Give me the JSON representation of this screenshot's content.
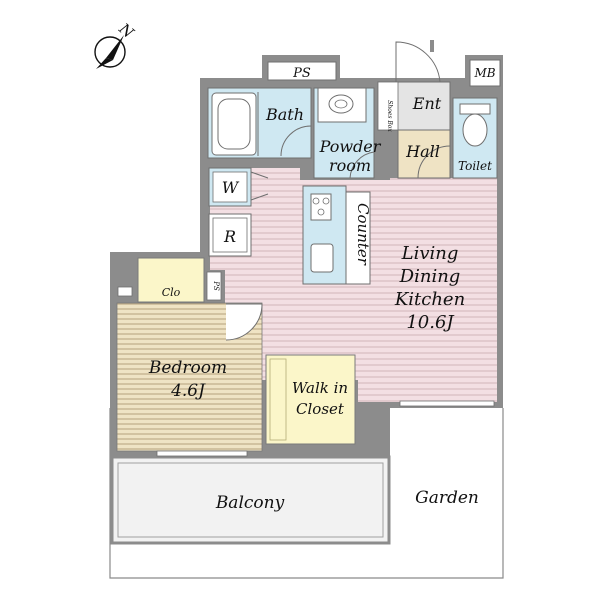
{
  "compass": {
    "north_label": "N"
  },
  "rooms": {
    "ps_top": "PS",
    "mb": "MB",
    "bath": "Bath",
    "ent": "Ent",
    "shoes_box": "Shoes Box",
    "powder_line1": "Powder",
    "powder_line2": "room",
    "hall": "Hall",
    "toilet": "Toilet",
    "w": "W",
    "r": "R",
    "counter": "Counter",
    "ldk_line1": "Living",
    "ldk_line2": "Dining",
    "ldk_line3": "Kitchen",
    "ldk_size": "10.6J",
    "clo": "Clo",
    "ps_small": "PS",
    "bedroom_line1": "Bedroom",
    "bedroom_size": "4.6J",
    "wic_line1": "Walk in",
    "wic_line2": "Closet",
    "balcony": "Balcony",
    "garden": "Garden"
  },
  "colors": {
    "ldk_floor": "#f3dfe3",
    "bedroom_floor": "#efe3c4",
    "wet_area": "#cfe8f2",
    "closet": "#fbf6c9",
    "wall": "#8c8c8c",
    "balcony": "#f2f2f2"
  }
}
